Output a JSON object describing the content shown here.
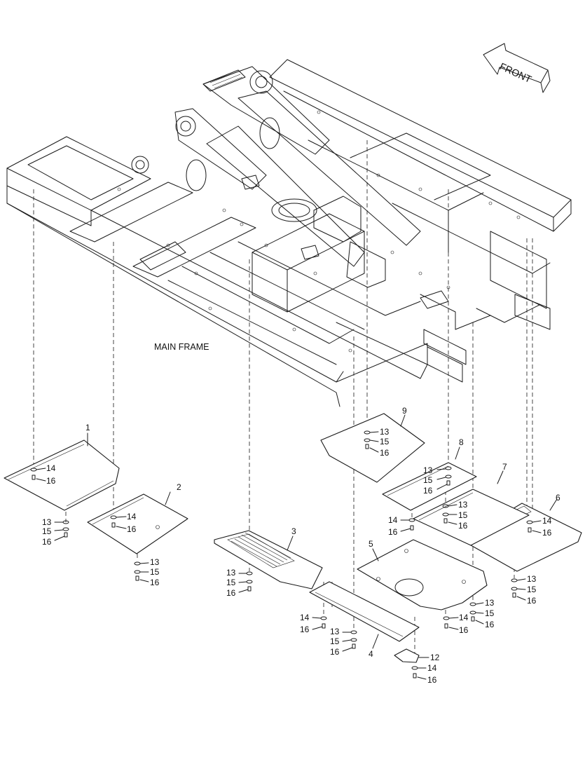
{
  "diagram": {
    "frame_label": "MAIN FRAME",
    "direction_label": "FRONT",
    "callouts": {
      "p1": "1",
      "p2": "2",
      "p3": "3",
      "p4": "4",
      "p5": "5",
      "p6": "6",
      "p7": "7",
      "p8": "8",
      "p9": "9",
      "p12": "12"
    },
    "hardware": {
      "washer_a": "13",
      "washer_b": "15",
      "washer_c": "14",
      "bolt": "16"
    }
  }
}
